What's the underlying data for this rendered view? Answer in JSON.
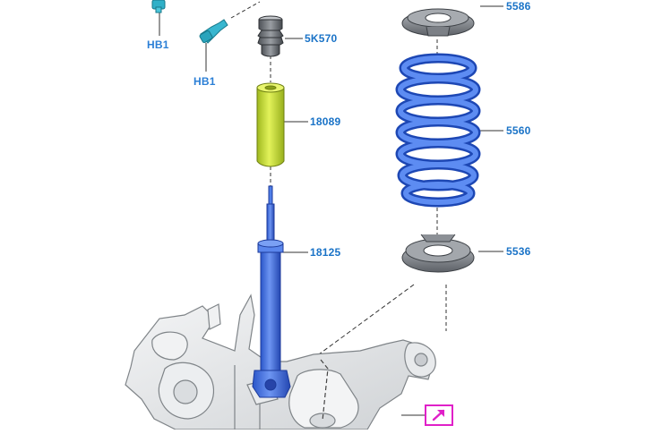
{
  "callouts": {
    "hb1_top": "HB1",
    "hb1_bottom": "HB1",
    "bump_stop": "5K570",
    "dust_boot": "18089",
    "shock_absorber": "18125",
    "upper_seat": "5586",
    "coil_spring": "5560",
    "lower_seat": "5536"
  },
  "colors": {
    "callout_text": "#1a73c7",
    "hb_text": "#2b7fd6",
    "shock_blue": "#3f6fe0",
    "boot_yellow": "#c8e03a",
    "spring_blue": "#4a78e8",
    "seat_gray": "#8a8f96",
    "knuckle_gray": "#e6e8ea",
    "link_magenta": "#e020c8"
  },
  "icons": {
    "external_link": "external-link-icon"
  }
}
